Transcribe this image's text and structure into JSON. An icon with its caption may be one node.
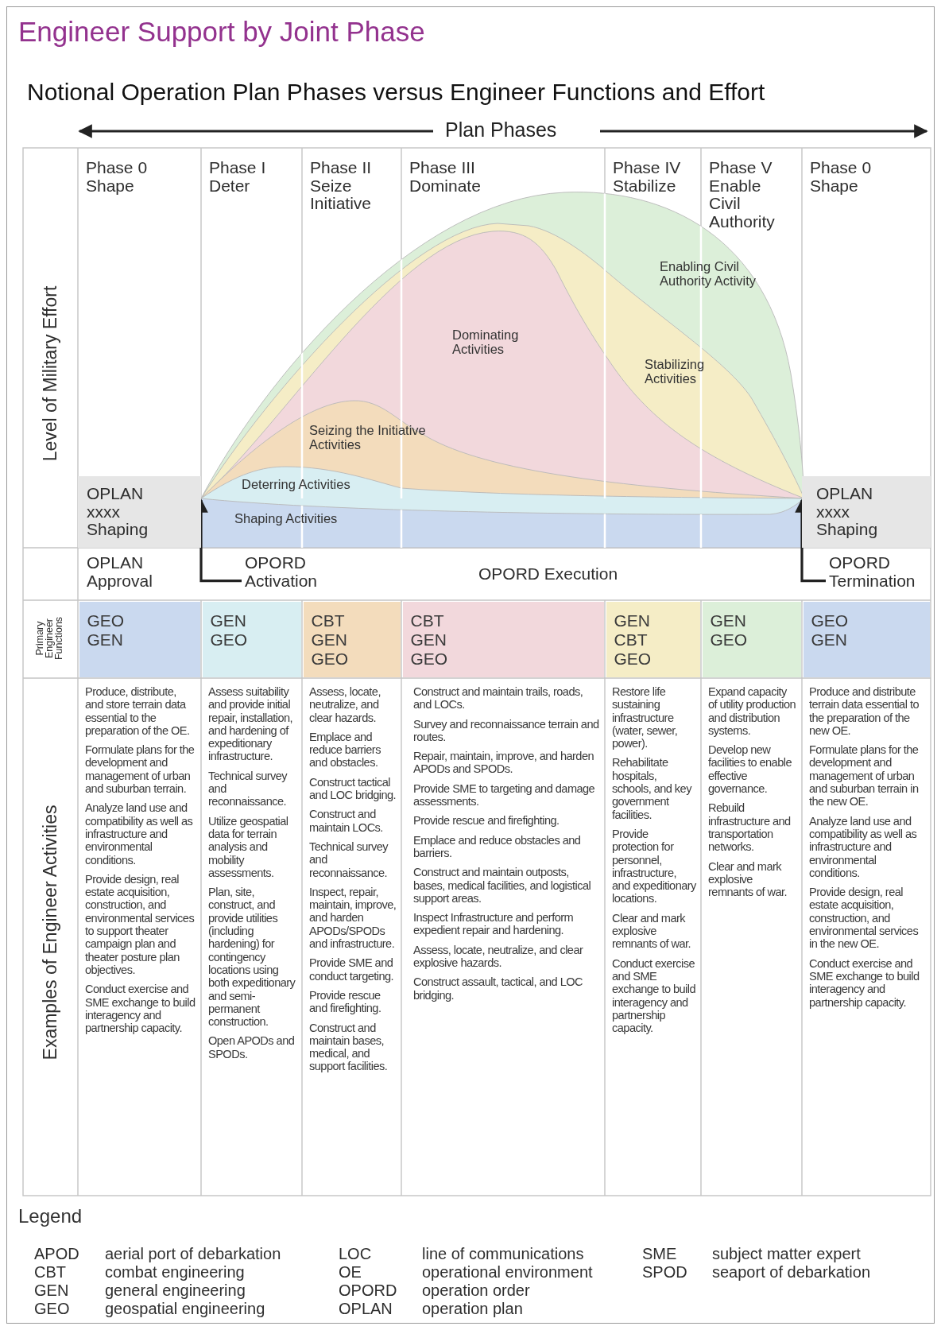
{
  "diagram": {
    "title": "Engineer Support by Joint Phase",
    "nodes": [
      {
        "text": [
          "Phase 0 Shape"
        ]
      },
      {
        "text": [
          "Phase I Deter"
        ]
      },
      {
        "text": [
          "Phase II Seize Initiative"
        ]
      },
      {
        "text": [
          "Phase III Dominate"
        ]
      },
      {
        "text": [
          "Phase IV Stabilize"
        ]
      },
      {
        "text": [
          "Phase V Enable Civil Authority"
        ]
      },
      {
        "text": [
          "Phase 0 Shape"
        ]
      },
      {
        "text": [
          "OPLAN xxxx Shaping"
        ]
      },
      {
        "text": [
          "OPLAN xxxx Shaping"
        ]
      },
      {
        "text": [
          "OPLAN Approval"
        ]
      },
      {
        "text": [
          "OPORD Activation"
        ]
      },
      {
        "text": [
          "OPORD Execution"
        ]
      },
      {
        "text": [
          "OPORD Termination"
        ]
      },
      {
        "text": [
          "GEO GEN"
        ]
      },
      {
        "text": [
          "GEN GEO"
        ]
      },
      {
        "text": [
          "CBT GEN GEO"
        ]
      },
      {
        "text": [
          "CBT GEN GEO"
        ]
      },
      {
        "text": [
          "GEN CBT GEO"
        ]
      },
      {
        "text": [
          "GEN GEO"
        ]
      },
      {
        "text": [
          "GEO GEN"
        ]
      },
      {
        "text": [
          "Produce, distribute, and store terrain data essential to the preparation of the OE.",
          "Formulate plans for the development and management of urban and suburban terrain.",
          "Analyze land use and compatibility as well as infrastructure and environmental conditions.",
          "Provide design, real estate acquisition, construction, and environmental services to support theater campaign plan and theater posture plan objectives.",
          "Conduct exercise and SME exchange to build interagency and partnership capacity."
        ]
      },
      {
        "text": [
          "Assess suitability and provide initial repair, installation, and hardening of expeditionary infrastructure.",
          "Technical survey and reconnaissance.",
          "Utilize geospatial data for terrain analysis and mobility assessments.",
          "Plan, site, construct, and provide utilities (including hardening) for contingency locations using both expeditionary and semi-permanent construction.",
          "Open APODs and SPODs."
        ]
      },
      {
        "text": [
          "Assess, locate, neutralize, and clear hazards.",
          "Emplace and reduce barriers and obstacles.",
          "Construct tactical and LOC bridging.",
          "Construct and maintain LOCs.",
          "Technical survey and reconnaissance.",
          "Inspect, repair, maintain, improve, and harden APODs/SPODs and infrastructure.",
          "Provide SME and conduct targeting.",
          "Provide rescue and firefighting.",
          "Construct and maintain bases, medical, and support facilities."
        ]
      },
      {
        "text": [
          "Construct and maintain trails, roads, and LOCs.",
          "Survey and reconnaissance terrain and routes.",
          "Repair, maintain, improve, and harden APODs and SPODs.",
          "Provide SME to targeting and damage assessments.",
          "Provide rescue and firefighting.",
          "Emplace and reduce obstacles and barriers.",
          "Construct and maintain outposts, bases, medical facilities, and logistical support areas.",
          "Inspect Infrastructure and perform expedient repair and hardening.",
          "Assess, locate, neutralize, and clear explosive hazards.",
          "Construct assault, tactical, and LOC bridging."
        ]
      },
      {
        "text": [
          "Restore life sustaining infrastructure (water, sewer, power).",
          "Rehabilitate hospitals, schools, and key government facilities.",
          "Provide protection for personnel, infrastructure, and expeditionary locations.",
          "Clear and mark explosive remnants of war.",
          "Conduct exercise and SME exchange to build interagency and partnership capacity."
        ]
      },
      {
        "text": [
          "Expand capacity of utility production and distribution systems.",
          "Develop new facilities to enable effective governance.",
          "Rebuild infrastructure and transportation networks.",
          "Clear and mark explosive remnants of war."
        ]
      },
      {
        "text": [
          "Produce and distribute terrain data essential to the preparation of the new OE.",
          "Formulate plans for the development and management of urban and suburban terrain in the new OE.",
          "Analyze land use and compatibility as well as infrastructure and environmental conditions.",
          "Provide design, real estate acquisition, construction, and environmental services in the new OE.",
          "Conduct exercise and SME exchange to build interagency and partnership capacity."
        ]
      }
    ],
    "edges": [
      {
        "from": 10,
        "to": 7,
        "arrow": "to"
      },
      {
        "from": 12,
        "to": 8,
        "arrow": "to"
      }
    ],
    "labels": [
      "Notional Operation Plan Phases versus Engineer Functions and Effort",
      "Plan Phases",
      "Level of Military Effort",
      "Enabling Civil Authority Activity",
      "Dominating Activities",
      "Stabilizing Activities",
      "Seizing the Initiative Activities",
      "Deterring Activities",
      "Shaping Activities",
      "Primary Engineer Functions",
      "Examples of Engineer Activities",
      "Legend",
      "APOD",
      "aerial port of debarkation",
      "LOC",
      "line of communications",
      "SME",
      "subject matter expert",
      "CBT",
      "combat engineering",
      "OE",
      "operational environment",
      "SPOD",
      "seaport of debarkation",
      "GEN",
      "general engineering",
      "OPORD",
      "operation order",
      "GEO",
      "geospatial engineering",
      "OPLAN",
      "operation plan"
    ]
  }
}
